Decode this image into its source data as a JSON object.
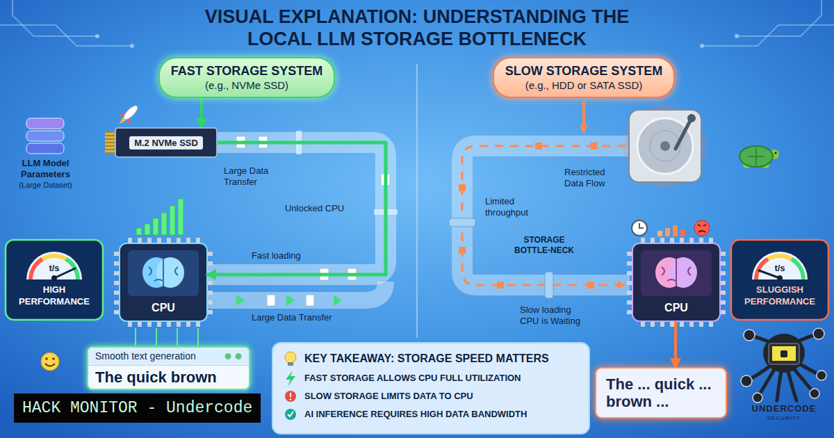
{
  "diagram": {
    "title": "VISUAL EXPLANATION: UNDERSTANDING THE LOCAL LLM STORAGE BOTTLENECK",
    "nodes": [
      {
        "text": [
          "FAST STORAGE SYSTEM",
          "(e.g., NVMe SSD)"
        ]
      },
      {
        "text": [
          "SLOW STORAGE SYSTEM",
          "(e.g., HDD or SATA SSD)"
        ]
      },
      {
        "text": [
          "M.2 NVMe SSD"
        ]
      },
      {
        "text": [
          "LLM Model Parameters",
          "(Large Dataset)"
        ]
      },
      {
        "text": [
          "t/s",
          "HIGH PERFORMANCE"
        ]
      },
      {
        "text": [
          "CPU"
        ]
      },
      {
        "text": [
          "CPU"
        ]
      },
      {
        "text": [
          "t/s",
          "SLUGGISH PERFORMANCE"
        ]
      },
      {
        "text": [
          "Smooth text generation",
          "The quick brown"
        ]
      },
      {
        "text": [
          "KEY TAKEAWAY: STORAGE SPEED MATTERS",
          "FAST STORAGE ALLOWS CPU FULL UTILIZATION",
          "SLOW STORAGE LIMITS DATA TO CPU",
          "AI INFERENCE REQUIRES HIGH DATA BANDWIDTH"
        ]
      },
      {
        "text": [
          "The ... quick ... brown ..."
        ]
      }
    ],
    "edges": [
      {
        "from": 0,
        "to": 2,
        "arrow": "to"
      },
      {
        "from": 2,
        "to": 5,
        "label": "Fast loading",
        "arrow": "to"
      },
      {
        "from": 6,
        "to": 10,
        "arrow": "to"
      }
    ],
    "labels": [
      "Large Data Transfer",
      "Unlocked CPU",
      "Large Data Transfer",
      "Restricted Data Flow",
      "Limited throughput",
      "STORAGE BOTTLE-NECK",
      "Slow loading CPU is Waiting",
      "HACK MONITOR - Undercode",
      "UNDERCODE",
      "SECURITY"
    ]
  }
}
